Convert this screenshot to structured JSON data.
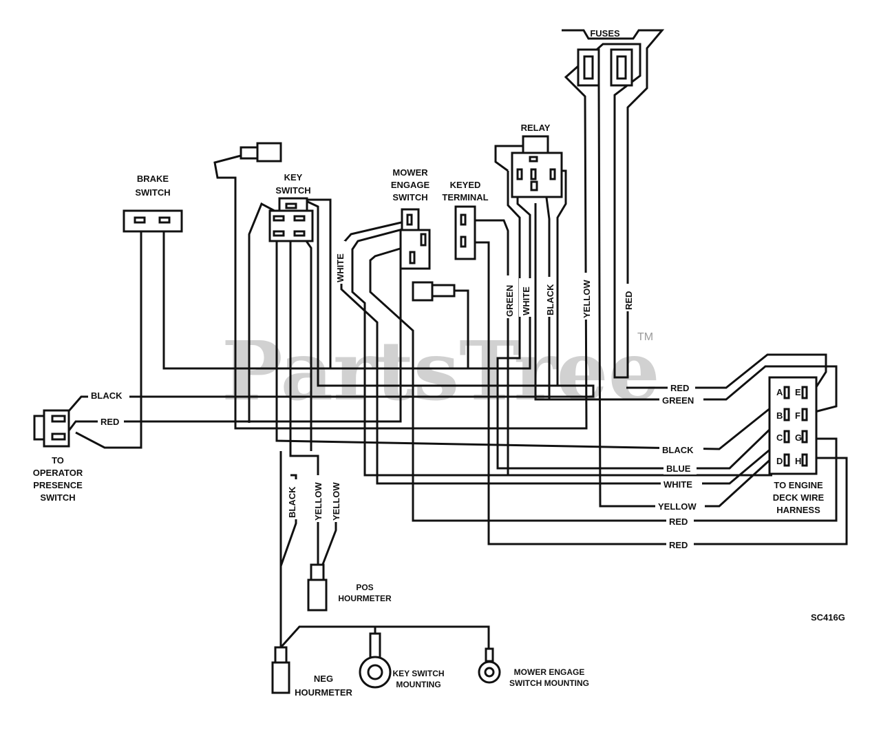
{
  "watermark": {
    "brand": "PartsTree",
    "mark": "TM"
  },
  "diagram_code": "SC416G",
  "components": {
    "fuses": "FUSES",
    "relay": "RELAY",
    "brake_switch": [
      "BRAKE",
      "SWITCH"
    ],
    "key_switch": [
      "KEY",
      "SWITCH"
    ],
    "mower_engage_switch": [
      "MOWER",
      "ENGAGE",
      "SWITCH"
    ],
    "keyed_terminal": [
      "KEYED",
      "TERMINAL"
    ],
    "operator_presence": [
      "TO",
      "OPERATOR",
      "PRESENCE",
      "SWITCH"
    ],
    "engine_deck": [
      "TO ENGINE",
      "DECK WIRE",
      "HARNESS"
    ],
    "pos_hourmeter": [
      "POS",
      "HOURMETER"
    ],
    "neg_hourmeter": [
      "NEG",
      "HOURMETER"
    ],
    "key_switch_mounting": [
      "KEY SWITCH",
      "MOUNTING"
    ],
    "mower_engage_mounting": [
      "MOWER ENGAGE",
      "SWITCH MOUNTING"
    ]
  },
  "connector_pins": [
    "A",
    "B",
    "C",
    "D",
    "E",
    "F",
    "G",
    "H"
  ],
  "wire_labels": {
    "black": "BLACK",
    "red": "RED",
    "white": "WHITE",
    "green": "GREEN",
    "yellow": "YELLOW",
    "blue": "BLUE"
  }
}
